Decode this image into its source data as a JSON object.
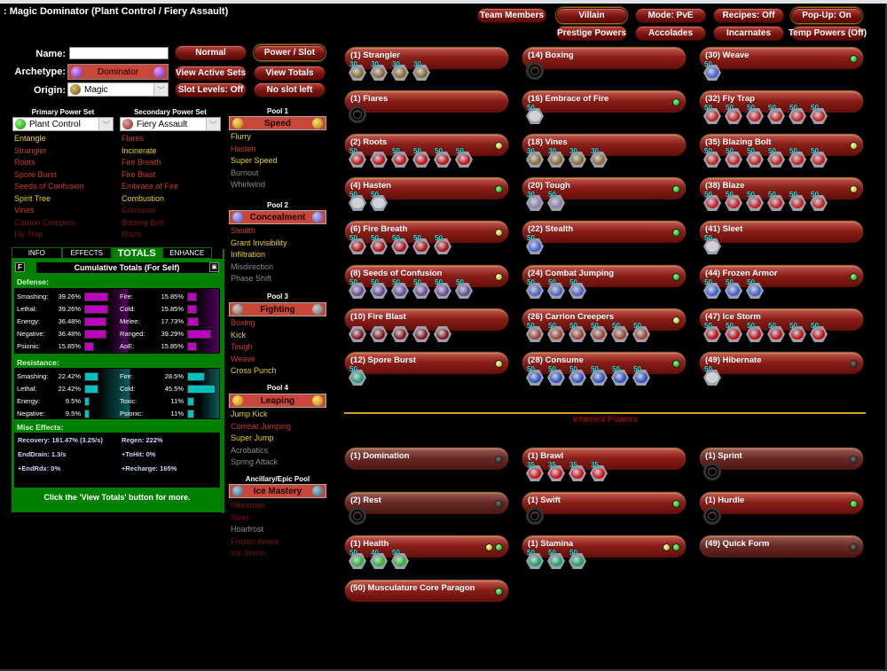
{
  "window": {
    "title": ": Magic Dominator (Plant Control / Fiery Assault)"
  },
  "top_buttons": {
    "row1": [
      "Team Members",
      "Villain",
      "Mode: PvE",
      "Recipes: Off",
      "Pop-Up: On"
    ],
    "row2": [
      "Prestige Powers",
      "Accolades",
      "Incarnates",
      "Temp Powers (Off)"
    ]
  },
  "form": {
    "name_label": "Name:",
    "name_value": "",
    "archetype_label": "Archetype:",
    "archetype_value": "Dominator",
    "origin_label": "Origin:",
    "origin_value": "Magic"
  },
  "action_buttons": {
    "normal": "Normal",
    "power_slot": "Power / Slot",
    "view_active_sets": "View Active Sets",
    "view_totals": "View Totals",
    "slot_levels": "Slot Levels: Off",
    "no_slot_left": "No slot left"
  },
  "primary": {
    "header": "Primary Power Set",
    "selected": "Plant Control",
    "powers": [
      {
        "name": "Entangle",
        "state": "y"
      },
      {
        "name": "Strangler",
        "state": "r"
      },
      {
        "name": "Roots",
        "state": "r"
      },
      {
        "name": "Spore Burst",
        "state": "r"
      },
      {
        "name": "Seeds of Confusion",
        "state": "r"
      },
      {
        "name": "Spirit Tree",
        "state": "y"
      },
      {
        "name": "Vines",
        "state": "r"
      },
      {
        "name": "Carrion Creepers",
        "state": "d"
      },
      {
        "name": "Fly Trap",
        "state": "d"
      }
    ]
  },
  "secondary": {
    "header": "Secondary Power Set",
    "selected": "Fiery Assault",
    "powers": [
      {
        "name": "Flares",
        "state": "r"
      },
      {
        "name": "Incinerate",
        "state": "y"
      },
      {
        "name": "Fire Breath",
        "state": "r"
      },
      {
        "name": "Fire Blast",
        "state": "r"
      },
      {
        "name": "Embrace of Fire",
        "state": "r"
      },
      {
        "name": "Combustion",
        "state": "y"
      },
      {
        "name": "Consume",
        "state": "d"
      },
      {
        "name": "Blazing Bolt",
        "state": "d"
      },
      {
        "name": "Blaze",
        "state": "d"
      }
    ]
  },
  "pools": [
    {
      "header": "Pool 1",
      "name": "Speed",
      "powers": [
        {
          "name": "Flurry",
          "state": "y"
        },
        {
          "name": "Hasten",
          "state": "r"
        },
        {
          "name": "Super Speed",
          "state": "y"
        },
        {
          "name": "Burnout",
          "state": "g"
        },
        {
          "name": "Whirlwind",
          "state": "g"
        }
      ]
    },
    {
      "header": "Pool 2",
      "name": "Concealment",
      "powers": [
        {
          "name": "Stealth",
          "state": "r"
        },
        {
          "name": "Grant Invisibility",
          "state": "y"
        },
        {
          "name": "Infiltration",
          "state": "y"
        },
        {
          "name": "Misdirection",
          "state": "g"
        },
        {
          "name": "Phase Shift",
          "state": "g"
        }
      ]
    },
    {
      "header": "Pool 3",
      "name": "Fighting",
      "powers": [
        {
          "name": "Boxing",
          "state": "r"
        },
        {
          "name": "Kick",
          "state": "y"
        },
        {
          "name": "Tough",
          "state": "r"
        },
        {
          "name": "Weave",
          "state": "r"
        },
        {
          "name": "Cross Punch",
          "state": "y"
        }
      ]
    },
    {
      "header": "Pool 4",
      "name": "Leaping",
      "powers": [
        {
          "name": "Jump Kick",
          "state": "y"
        },
        {
          "name": "Combat Jumping",
          "state": "r"
        },
        {
          "name": "Super Jump",
          "state": "y"
        },
        {
          "name": "Acrobatics",
          "state": "g"
        },
        {
          "name": "Spring Attack",
          "state": "g"
        }
      ]
    },
    {
      "header": "Ancillary/Epic Pool",
      "name": "Ice Mastery",
      "powers": [
        {
          "name": "Hibernate",
          "state": "d"
        },
        {
          "name": "Sleet",
          "state": "d"
        },
        {
          "name": "Hoarfrost",
          "state": "g"
        },
        {
          "name": "Frozen Armor",
          "state": "d"
        },
        {
          "name": "Ice Storm",
          "state": "d"
        }
      ]
    }
  ],
  "totals": {
    "tabs": [
      "INFO",
      "EFFECTS",
      "TOTALS",
      "ENHANCE"
    ],
    "active_tab": "TOTALS",
    "f_button": "F",
    "header": "Cumulative Totals (For Self)",
    "defense_label": "Defense:",
    "defense": [
      {
        "k": "Smashing:",
        "v": "39.26%",
        "w": 39
      },
      {
        "k": "Lethal:",
        "v": "39.26%",
        "w": 39
      },
      {
        "k": "Energy:",
        "v": "36.48%",
        "w": 36
      },
      {
        "k": "Negative:",
        "v": "36.48%",
        "w": 36
      },
      {
        "k": "Psionic:",
        "v": "15.85%",
        "w": 16
      }
    ],
    "defense2": [
      {
        "k": "Fire:",
        "v": "15.85%",
        "w": 16
      },
      {
        "k": "Cold:",
        "v": "15.85%",
        "w": 16
      },
      {
        "k": "Melee:",
        "v": "17.73%",
        "w": 18
      },
      {
        "k": "Ranged:",
        "v": "39.29%",
        "w": 39
      },
      {
        "k": "AoE:",
        "v": "15.85%",
        "w": 16
      }
    ],
    "resistance_label": "Resistance:",
    "resistance": [
      {
        "k": "Smashing:",
        "v": "22.42%",
        "w": 22
      },
      {
        "k": "Lethal:",
        "v": "22.42%",
        "w": 22
      },
      {
        "k": "Energy:",
        "v": "9.5%",
        "w": 9
      },
      {
        "k": "Negative:",
        "v": "9.5%",
        "w": 9
      }
    ],
    "resistance2": [
      {
        "k": "Fire:",
        "v": "28.5%",
        "w": 28
      },
      {
        "k": "Cold:",
        "v": "45.5%",
        "w": 45
      },
      {
        "k": "Toxic:",
        "v": "11%",
        "w": 11
      },
      {
        "k": "Psionic:",
        "v": "11%",
        "w": 11
      }
    ],
    "misc_label": "Misc Effects:",
    "misc": {
      "recovery": "Recovery: 191.47% (3.25/s)",
      "regen": "Regen: 222%",
      "enddrain": "EndDrain: 1.3/s",
      "tohit": "+ToHit: 0%",
      "endrdx": "+EndRdx: 0%",
      "recharge": "+Recharge: 165%"
    },
    "footer": "Click the 'View Totals' button for more."
  },
  "power_slots": [
    {
      "name": "(1) Strangler",
      "dot": "",
      "slots": [
        "30",
        "30",
        "30",
        "30"
      ],
      "col": 0,
      "row": 0,
      "c": "#8a6a30"
    },
    {
      "name": "(1) Flares",
      "dot": "",
      "slots": [],
      "col": 0,
      "row": 1,
      "c": ""
    },
    {
      "name": "(2) Roots",
      "dot": "y",
      "slots": [
        "50",
        "",
        "50",
        "50",
        "50",
        "50"
      ],
      "col": 0,
      "row": 2,
      "c": "#c01010"
    },
    {
      "name": "(4) Hasten",
      "dot": "g",
      "slots": [
        "50",
        "50"
      ],
      "col": 0,
      "row": 3,
      "c": "#d0d0d0"
    },
    {
      "name": "(6) Fire Breath",
      "dot": "y",
      "slots": [
        "50",
        "50",
        "50",
        "50",
        "50"
      ],
      "col": 0,
      "row": 4,
      "c": "#b01010"
    },
    {
      "name": "(8) Seeds of Confusion",
      "dot": "y",
      "slots": [
        "50",
        "50",
        "50",
        "50",
        "50",
        "50"
      ],
      "col": 0,
      "row": 5,
      "c": "#6a4a90"
    },
    {
      "name": "(10) Fire Blast",
      "dot": "",
      "slots": [
        "",
        "",
        "",
        "",
        ""
      ],
      "col": 0,
      "row": 6,
      "c": "#801818"
    },
    {
      "name": "(12) Spore Burst",
      "dot": "y",
      "slots": [
        "50"
      ],
      "col": 0,
      "row": 7,
      "c": "#20a070"
    },
    {
      "name": "(14) Boxing",
      "dot": "",
      "slots": [],
      "col": 1,
      "row": 0,
      "c": ""
    },
    {
      "name": "(16) Embrace of Fire",
      "dot": "g",
      "slots": [
        "50"
      ],
      "col": 1,
      "row": 1,
      "c": "#d0d0d0"
    },
    {
      "name": "(18) Vines",
      "dot": "",
      "slots": [
        "30",
        "30",
        "30",
        "30"
      ],
      "col": 1,
      "row": 2,
      "c": "#8a6a30"
    },
    {
      "name": "(20) Tough",
      "dot": "g",
      "slots": [
        "30",
        "50"
      ],
      "col": 1,
      "row": 3,
      "c": "#9080a0"
    },
    {
      "name": "(22) Stealth",
      "dot": "g",
      "slots": [
        "50"
      ],
      "col": 1,
      "row": 4,
      "c": "#4060d0"
    },
    {
      "name": "(24) Combat Jumping",
      "dot": "g",
      "slots": [
        "50",
        "50",
        "50"
      ],
      "col": 1,
      "row": 5,
      "c": "#5060c0"
    },
    {
      "name": "(26) Carrion Creepers",
      "dot": "y",
      "slots": [
        "50",
        "50",
        "50",
        "50",
        "50",
        "50"
      ],
      "col": 1,
      "row": 6,
      "c": "#a04030"
    },
    {
      "name": "(28) Consume",
      "dot": "g",
      "slots": [
        "50",
        "50",
        "50",
        "50",
        "50",
        "50"
      ],
      "col": 1,
      "row": 7,
      "c": "#3050c0"
    },
    {
      "name": "(30) Weave",
      "dot": "g",
      "slots": [
        "50"
      ],
      "col": 2,
      "row": 0,
      "c": "#4060d0"
    },
    {
      "name": "(32) Fly Trap",
      "dot": "",
      "slots": [
        "50",
        "50",
        "50",
        "50",
        "50",
        "50"
      ],
      "col": 2,
      "row": 1,
      "c": "#c02020"
    },
    {
      "name": "(35) Blazing Bolt",
      "dot": "y",
      "slots": [
        "50",
        "50",
        "50",
        "50",
        "50",
        "50"
      ],
      "col": 2,
      "row": 2,
      "c": "#c02020"
    },
    {
      "name": "(38) Blaze",
      "dot": "y",
      "slots": [
        "50",
        "50",
        "50",
        "50",
        "50",
        "50"
      ],
      "col": 2,
      "row": 3,
      "c": "#c02020"
    },
    {
      "name": "(41) Sleet",
      "dot": "",
      "slots": [
        "50"
      ],
      "col": 2,
      "row": 4,
      "c": "#d0d0d0"
    },
    {
      "name": "(44) Frozen Armor",
      "dot": "g",
      "slots": [
        "50",
        "50",
        "50"
      ],
      "col": 2,
      "row": 5,
      "c": "#4060d0"
    },
    {
      "name": "(47) Ice Storm",
      "dot": "",
      "slots": [
        "50",
        "50",
        "50",
        "50",
        "50",
        "50"
      ],
      "col": 2,
      "row": 6,
      "c": "#c01010"
    },
    {
      "name": "(49) Hibernate",
      "dot": "k",
      "slots": [
        "50"
      ],
      "col": 2,
      "row": 7,
      "c": "#d0d0d0"
    }
  ],
  "inherent": {
    "label": "Inherent Powers",
    "powers": [
      {
        "name": "(1) Domination",
        "dots": [
          "k"
        ],
        "slots": null,
        "col": 0,
        "row": 0,
        "dim": true
      },
      {
        "name": "(2) Rest",
        "dots": [
          "k"
        ],
        "slots": [],
        "col": 0,
        "row": 1,
        "dim": true
      },
      {
        "name": "(1) Health",
        "dots": [
          "y",
          "g"
        ],
        "slots": [
          "50",
          "40",
          "50"
        ],
        "col": 0,
        "row": 2,
        "dim": false,
        "c": "#30b030"
      },
      {
        "name": "(50) Musculature Core Paragon",
        "dots": [
          "g"
        ],
        "slots": null,
        "col": 0,
        "row": 3,
        "dim": false
      },
      {
        "name": "(1) Brawl",
        "dots": [],
        "slots": [
          "35",
          "35",
          "35",
          "35"
        ],
        "col": 1,
        "row": 0,
        "dim": false,
        "c": "#d01010"
      },
      {
        "name": "(1) Swift",
        "dots": [
          "g"
        ],
        "slots": [],
        "col": 1,
        "row": 1,
        "dim": false
      },
      {
        "name": "(1) Stamina",
        "dots": [
          "y",
          "g"
        ],
        "slots": [
          "50",
          "50",
          "50"
        ],
        "col": 1,
        "row": 2,
        "dim": false,
        "c": "#20a060"
      },
      {
        "name": "(1) Sprint",
        "dots": [
          "k"
        ],
        "slots": [],
        "col": 2,
        "row": 0,
        "dim": true
      },
      {
        "name": "(1) Hurdle",
        "dots": [
          "g"
        ],
        "slots": [],
        "col": 2,
        "row": 1,
        "dim": false
      },
      {
        "name": "(49) Quick Form",
        "dots": [
          "k"
        ],
        "slots": null,
        "col": 2,
        "row": 2,
        "dim": true
      }
    ]
  }
}
